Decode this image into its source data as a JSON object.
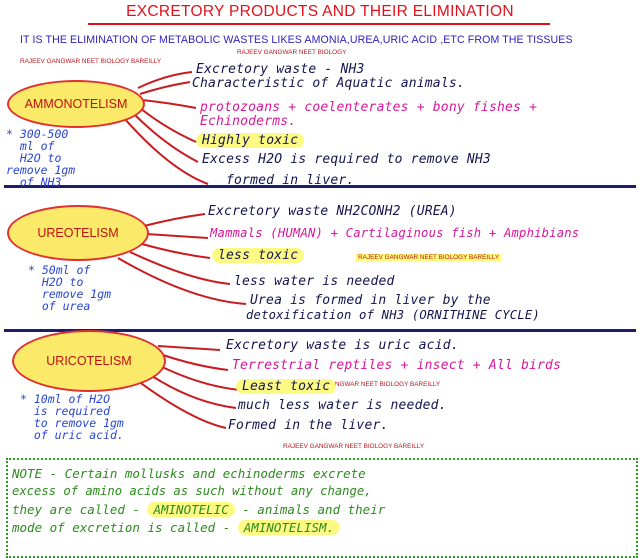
{
  "title": "EXCRETORY PRODUCTS AND THEIR ELIMINATION",
  "definition": "IT IS THE ELIMINATION OF METABOLIC WASTES LIKES AMONIA,UREA,URIC ACID ,ETC FROM THE TISSUES",
  "watermark": "RAJEEV GANGWAR NEET BIOLOGY BAREILLY",
  "watermark_short": "RAJEEV GANGWAR NEET BIOLOGY",
  "colors": {
    "title_red": "#e0111a",
    "oval_fill": "#fbe96a",
    "highlight": "#fdfa84",
    "navy": "#14154f",
    "magenta": "#d8189a",
    "blue": "#2640d0",
    "green": "#2d8b1e"
  },
  "sections": {
    "ammonotelism": {
      "label": "AMMONOTELISM",
      "points": [
        "Excretory waste - NH3",
        "Characteristic of Aquatic animals.",
        "protozoans + coelenterates + bony fishes +",
        "Echinoderms.",
        "Highly toxic",
        "Excess H2O is required to remove NH3",
        "formed in liver."
      ],
      "side_note": "* 300-500\n  ml of\n  H2O to\nremove 1gm\n  of NH3"
    },
    "ureotelism": {
      "label": "UREOTELISM",
      "points": [
        "Excretory waste NH2CONH2 (UREA)",
        "Mammals (HUMAN) + Cartilaginous fish + Amphibians",
        "less toxic",
        "less water is needed",
        "Urea is formed in liver by the",
        "detoxification of NH3 (ORNITHINE CYCLE)"
      ],
      "side_note": "* 50ml of\n  H2O to\n  remove 1gm\n  of urea"
    },
    "uricotelism": {
      "label": "URICOTELISM",
      "points": [
        "Excretory waste is uric acid.",
        "Terrestrial reptiles + insect + All birds",
        "Least toxic",
        "much less water is needed.",
        "Formed in the liver."
      ],
      "side_note": "* 10ml of H2O\n  is required\n  to remove 1gm\n  of uric acid."
    }
  },
  "note": {
    "lines": [
      "NOTE - Certain mollusks and echinoderms excrete",
      "excess of amino acids as such without any change,",
      "they are called - ",
      "AMINOTELIC",
      " - animals and their",
      "mode of excretion is called - ",
      "AMINOTELISM."
    ]
  }
}
